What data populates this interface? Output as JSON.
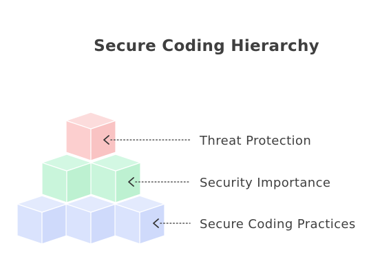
{
  "title": "Secure Coding Hierarchy",
  "levels": [
    {
      "label": "Threat Protection",
      "color": "red"
    },
    {
      "label": "Security Importance",
      "color": "green"
    },
    {
      "label": "Secure Coding Practices",
      "color": "blue"
    }
  ],
  "palette": {
    "red": {
      "top": "#fcdcdc",
      "left": "#fccfcf",
      "right": "#f9c3c3",
      "stroke": "#ffffff"
    },
    "green": {
      "top": "#d3f8e3",
      "left": "#c9f5db",
      "right": "#bdf1d1",
      "stroke": "#ffffff"
    },
    "blue": {
      "top": "#e3eafd",
      "left": "#dae3fd",
      "right": "#cfdafb",
      "stroke": "#ffffff"
    },
    "text": "#3f3f3f",
    "connector": "#555555"
  }
}
